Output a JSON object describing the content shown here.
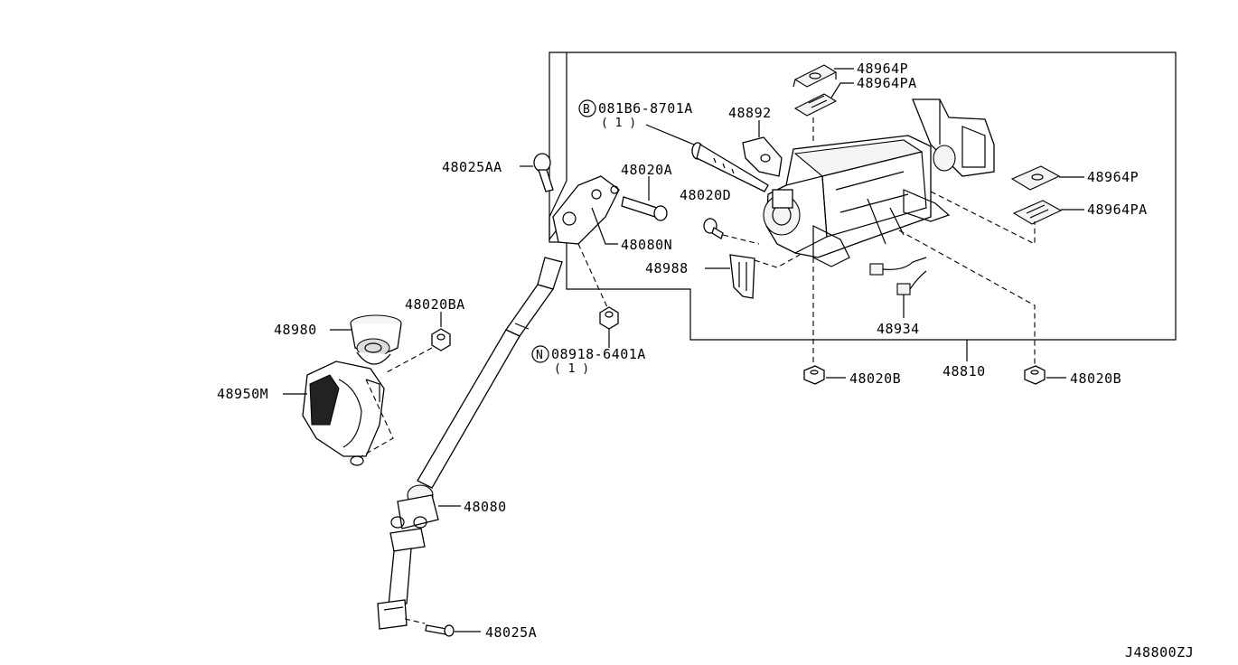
{
  "diagram_code": "J48800ZJ",
  "labels": {
    "p48964P_top": "48964P",
    "p48964PA_top": "48964PA",
    "p48964P_right": "48964P",
    "p48964PA_right": "48964PA",
    "p48892": "48892",
    "bolt_b_prefix": "B",
    "bolt_b_code": "081B6-8701A",
    "bolt_b_qty": "( 1 )",
    "p48025AA": "48025AA",
    "p48020A": "48020A",
    "p48020D": "48020D",
    "p48080N": "48080N",
    "p48988": "48988",
    "p48934": "48934",
    "p48810": "48810",
    "p48020B_left": "48020B",
    "p48020B_right": "48020B",
    "nut_n_prefix": "N",
    "nut_n_code": "08918-6401A",
    "nut_n_qty": "( 1 )",
    "p48020BA": "48020BA",
    "p48980": "48980",
    "p48950M": "48950M",
    "p48080": "48080",
    "p48025A": "48025A"
  }
}
